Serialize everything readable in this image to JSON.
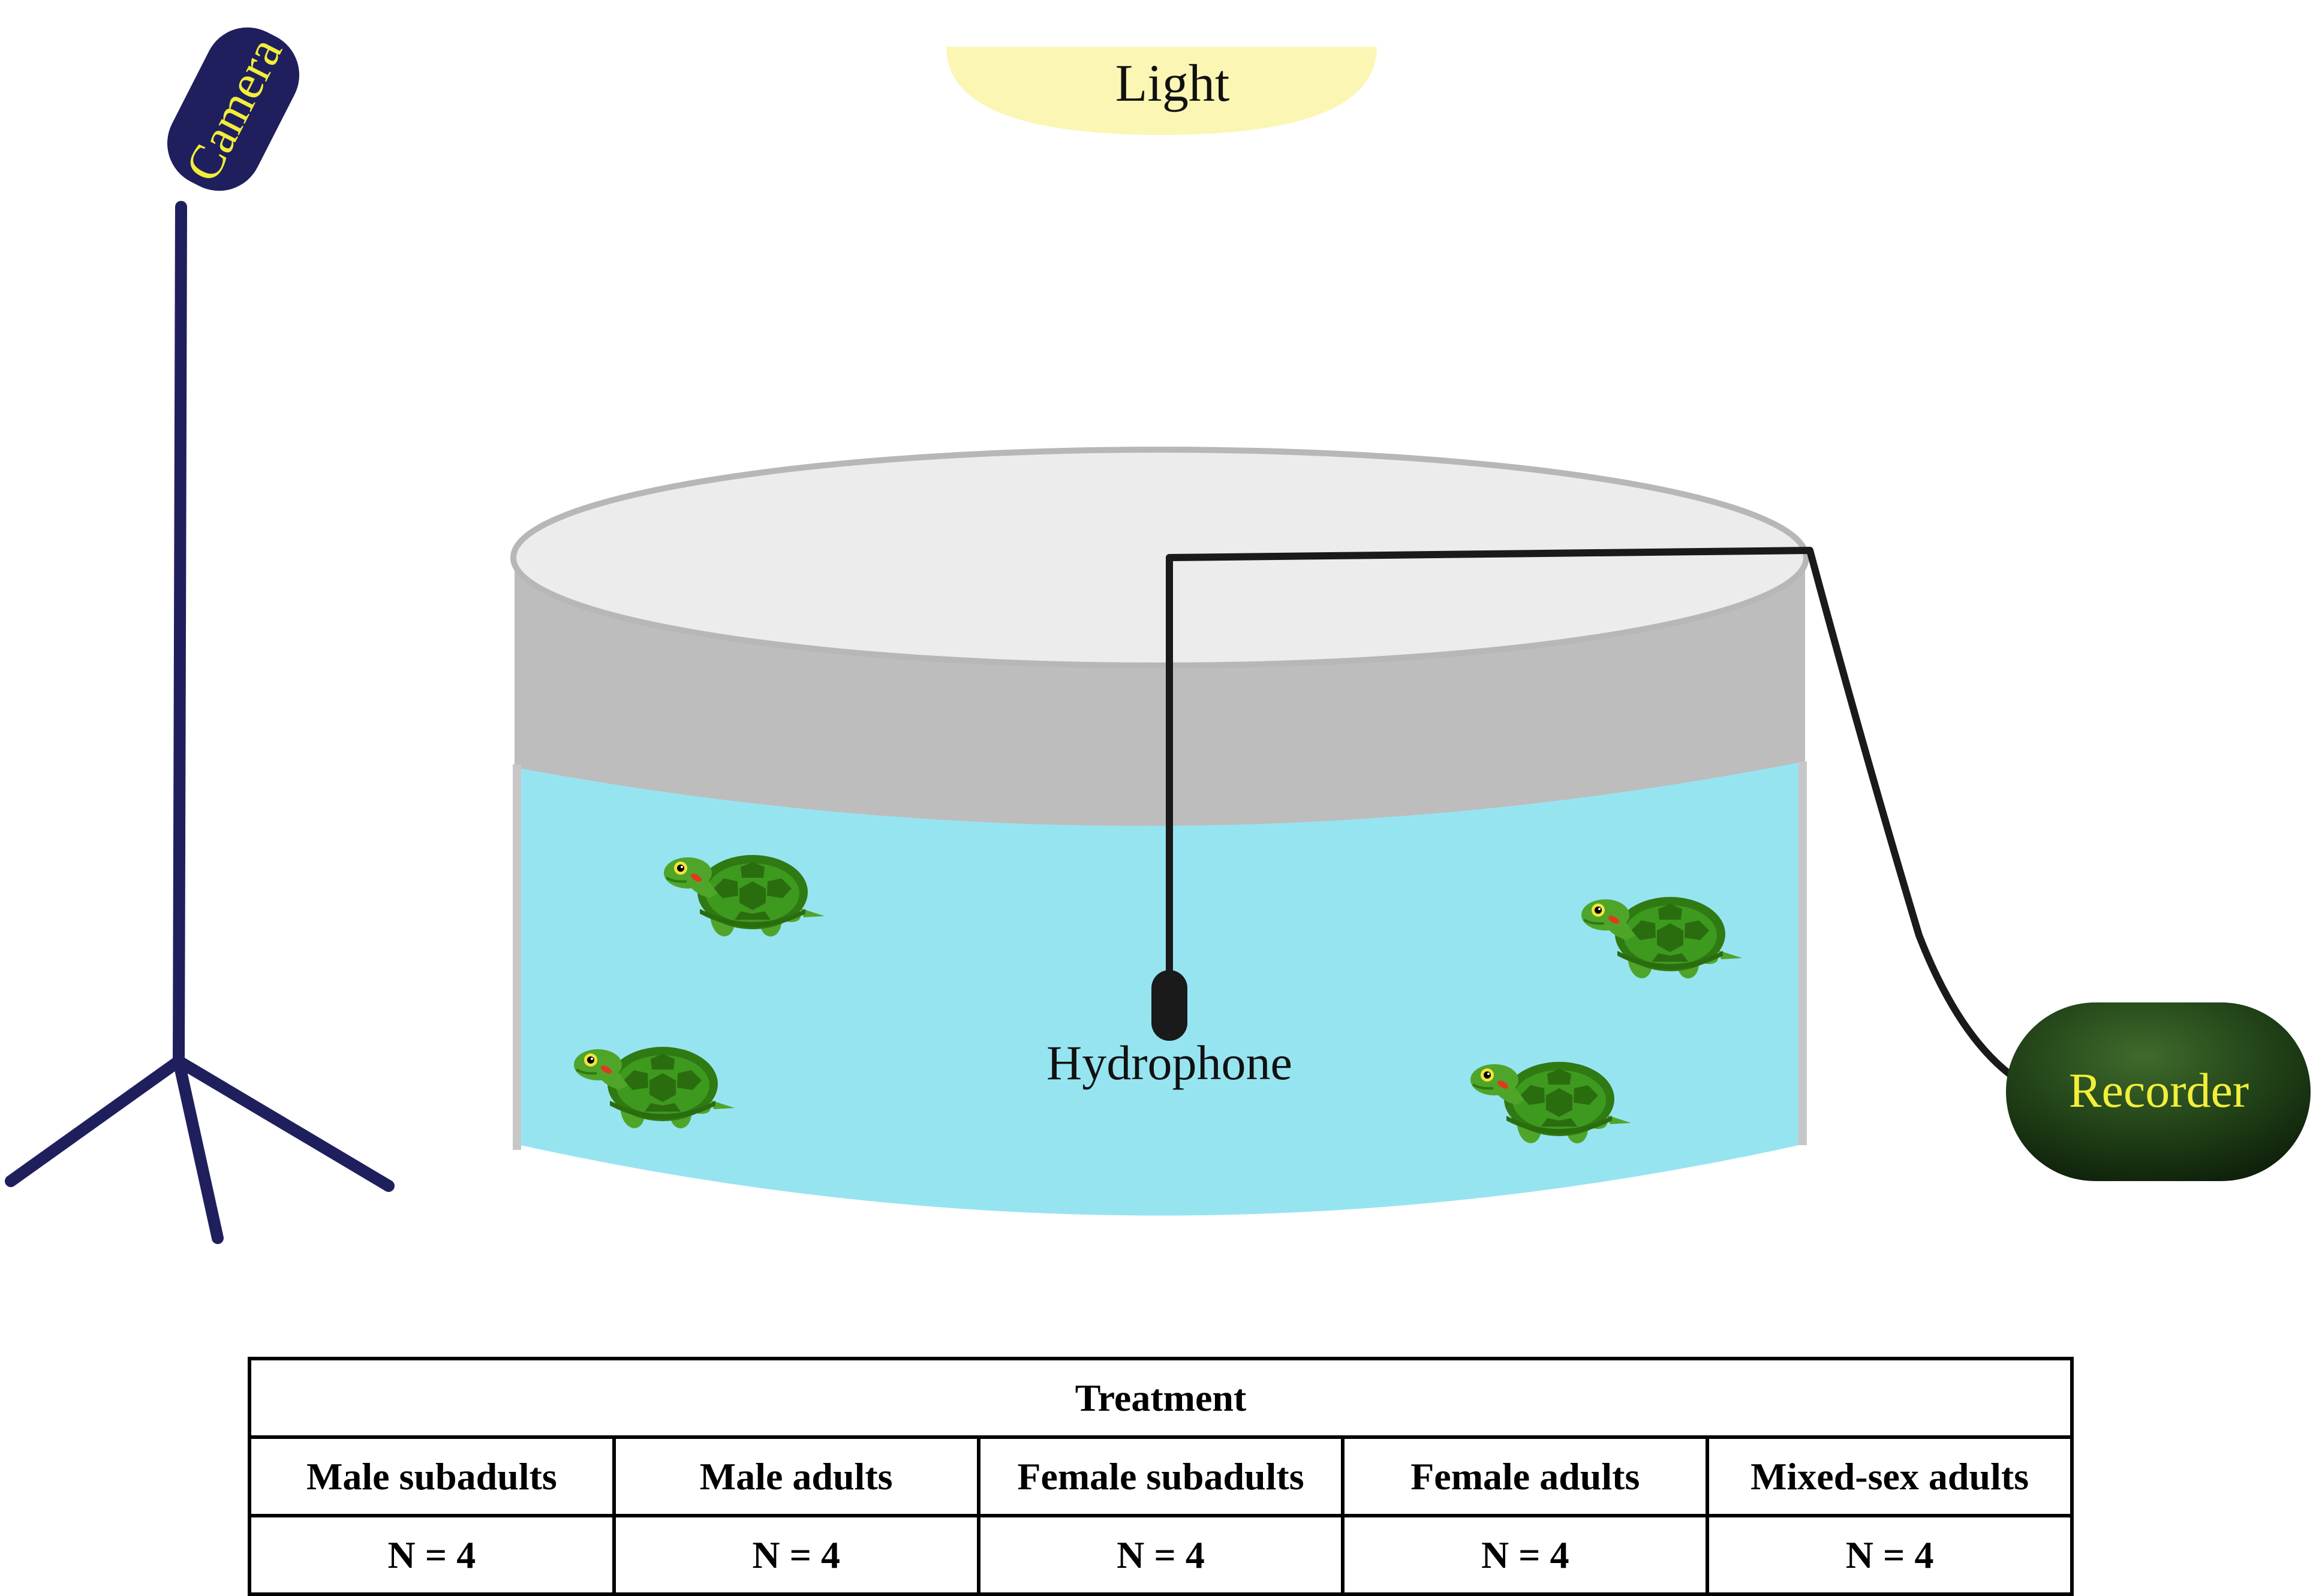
{
  "labels": {
    "camera": "Camera",
    "light": "Light",
    "hydrophone": "Hydrophone",
    "recorder": "Recorder"
  },
  "table": {
    "title": "Treatment",
    "headers": [
      "Male subadults",
      "Male adults",
      "Female subadults",
      "Female adults",
      "Mixed-sex adults"
    ],
    "values": [
      "N = 4",
      "N = 4",
      "N = 4",
      "N = 4",
      "N = 4"
    ]
  },
  "colors": {
    "camera_body": "#1f1f5e",
    "camera_text": "#f2ee3a",
    "tripod": "#1f1f5e",
    "light_glow": "#fbf6b4",
    "tank_rim": "#bdbdbd",
    "tank_top": "#ececec",
    "water": "#97e4f1",
    "cable": "#1a1a1a",
    "recorder_body": "#1c3a14",
    "recorder_text": "#f2ee3a",
    "turtle_shell_dark": "#2f7a12",
    "turtle_shell_light": "#3d9a1e",
    "turtle_skin": "#4fa52a"
  },
  "turtle_count": 4
}
